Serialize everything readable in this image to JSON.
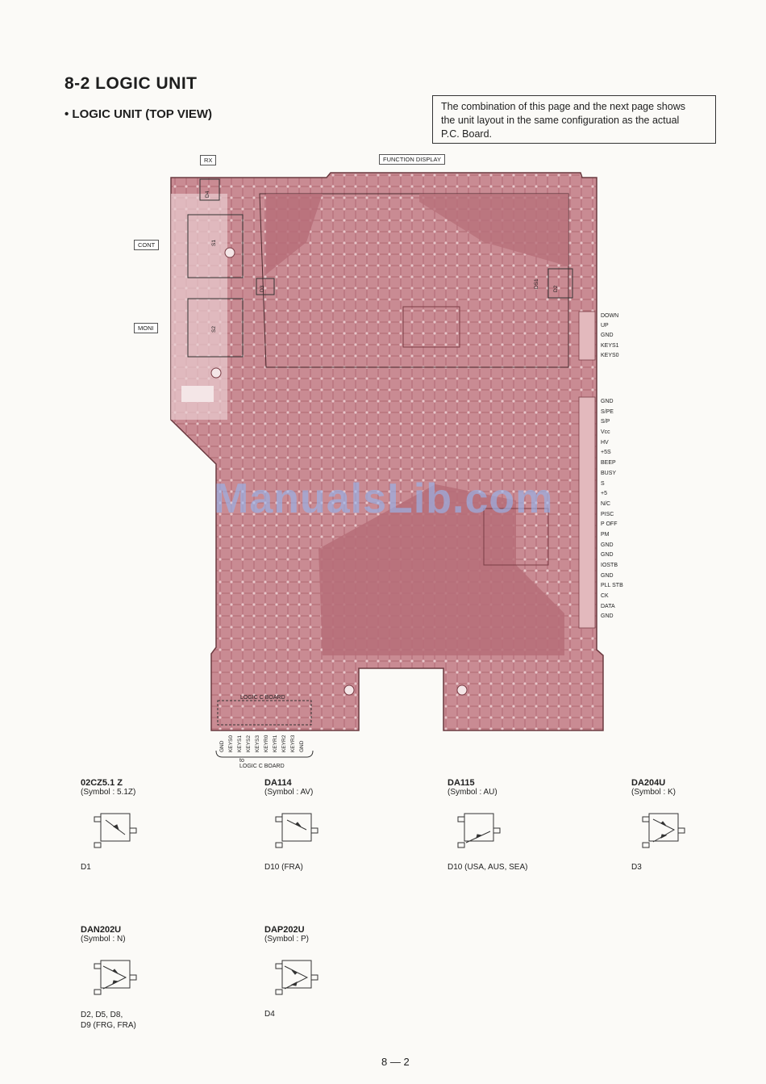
{
  "header": {
    "title": "8-2 LOGIC UNIT",
    "subtitle": "• LOGIC UNIT (TOP VIEW)",
    "note_lines": [
      "The combination of this page and the next page shows",
      "the unit layout in the same configuration as the actual",
      "P.C. Board."
    ]
  },
  "board": {
    "top_labels": {
      "rx": "RX",
      "function_display": "FUNCTION DISPLAY"
    },
    "left_labels": {
      "cont": "CONT",
      "moni": "MONI"
    },
    "component_marks": {
      "d4": "D4",
      "s1": "S1",
      "d3": "D3",
      "s2": "S2",
      "ds1": "DS1",
      "d2": "D2"
    },
    "right_pins_top": [
      "DOWN",
      "UP",
      "GND",
      "KEYS1",
      "KEYS0"
    ],
    "right_pins_main": [
      "GND",
      "S/PE",
      "S/P",
      "Vcc",
      "HV",
      "+5S",
      "BEEP",
      "BUSY",
      "S",
      "+5",
      "N/C",
      "PISC",
      "P OFF",
      "PM",
      "GND",
      "GND",
      "IOSTB",
      "GND",
      "PLL STB",
      "CK",
      "DATA",
      "GND"
    ],
    "bottom_connector_title": "LOGIC C BOARD",
    "bottom_pins": [
      "GND",
      "KEYS0",
      "KEYS1",
      "KEYS2",
      "KEYS3",
      "KEYR0",
      "KEYR1",
      "KEYR2",
      "KEYR3",
      "GND"
    ],
    "bottom_to": "to",
    "bottom_to_board": "LOGIC C BOARD"
  },
  "watermark": "ManualsLib.com",
  "components": [
    {
      "name": "02CZ5.1 Z",
      "symbol": "(Symbol : 5.1Z)",
      "ref": "D1"
    },
    {
      "name": "DA114",
      "symbol": "(Symbol : AV)",
      "ref": "D10 (FRA)"
    },
    {
      "name": "DA115",
      "symbol": "(Symbol : AU)",
      "ref": "D10 (USA, AUS, SEA)"
    },
    {
      "name": "DA204U",
      "symbol": "(Symbol : K)",
      "ref": "D3"
    },
    {
      "name": "DAN202U",
      "symbol": "(Symbol : N)",
      "ref_lines": [
        "D2, D5, D8,",
        "D9 (FRG, FRA)"
      ]
    },
    {
      "name": "DAP202U",
      "symbol": "(Symbol : P)",
      "ref": "D4"
    }
  ],
  "footer": {
    "page": "8 — 2"
  },
  "colors": {
    "board_fill": "#c88a92",
    "board_light": "#e6c4c8",
    "trace": "#a34b57",
    "pad": "#e3b9bd"
  }
}
